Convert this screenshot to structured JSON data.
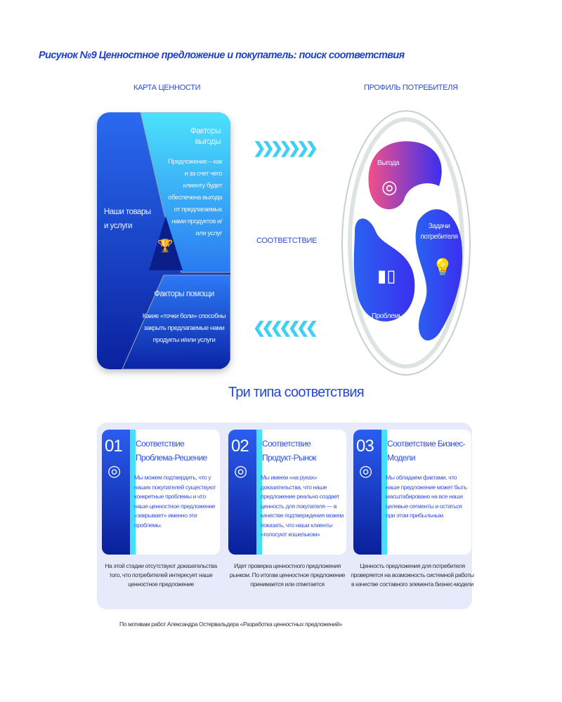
{
  "title": "Рисунок №9 Ценностное предложение и покупатель: поиск соответствия",
  "value_map": {
    "label": "КАРТА ЦЕННОСТИ",
    "products": "Наши товары и услуги",
    "gains_title": "Факторы выгоды",
    "gains_text": "Предложение – как и за счет чего клиенту будет обеспечена выгода от предлагаемых нами продуктов и/или услуг",
    "pain_title": "Факторы помощи",
    "pain_text": "Какие «точки боли» способны закрыть предлагаемые нами продукты и/или услуги",
    "icon": "trophy-icon"
  },
  "fit_label": "СООТВЕТСТВИЕ",
  "profile": {
    "label": "ПРОФИЛЬ ПОТРЕБИТЕЛЯ",
    "gains": "Выгода",
    "jobs": "Задачи потребителя",
    "pains": "Проблемы"
  },
  "colors": {
    "accent": "#2346e0",
    "cyan": "#43e0f8",
    "dark": "#0a1f9a",
    "pink": "#f0508a"
  },
  "three_types": {
    "heading": "Три типа соответствия",
    "cards": [
      {
        "num": "01",
        "title": "Соответствие Проблема-Решение",
        "text": "Мы можем подтвердить, что у наших покупателей существуют конкретные проблемы и что наше ценностное предложение «закрывает» именно эти проблемы.",
        "note": "На этой стадии отсутствуют доказательства того, что потребителей интересует наше ценностное предложение"
      },
      {
        "num": "02",
        "title": "Соответствие Продукт-Рынок",
        "text": "Мы имеем «на руках» доказательства, что наше предложение реально создает ценность для покупателя — в качестве подтверждения можем показать, что наши клиенты «голосуют кошельком»",
        "note": "Идет проверка ценностного предложения рынком. По итогам ценностное предложение принимается или отметается"
      },
      {
        "num": "03",
        "title": "Соответствие Бизнес-Модели",
        "text": "Мы обладаем фактами, что наше предложение может быть масштабировано на все наши целевые сегменты и остаться при этом прибыльным",
        "note": "Ценность предложения для потребителя проверяется на возможность системной работы в качестве составного элемента бизнес-модели"
      }
    ]
  },
  "footer": "По мотивам работ Александра Остервальдера «Разработка ценностных предложений»"
}
